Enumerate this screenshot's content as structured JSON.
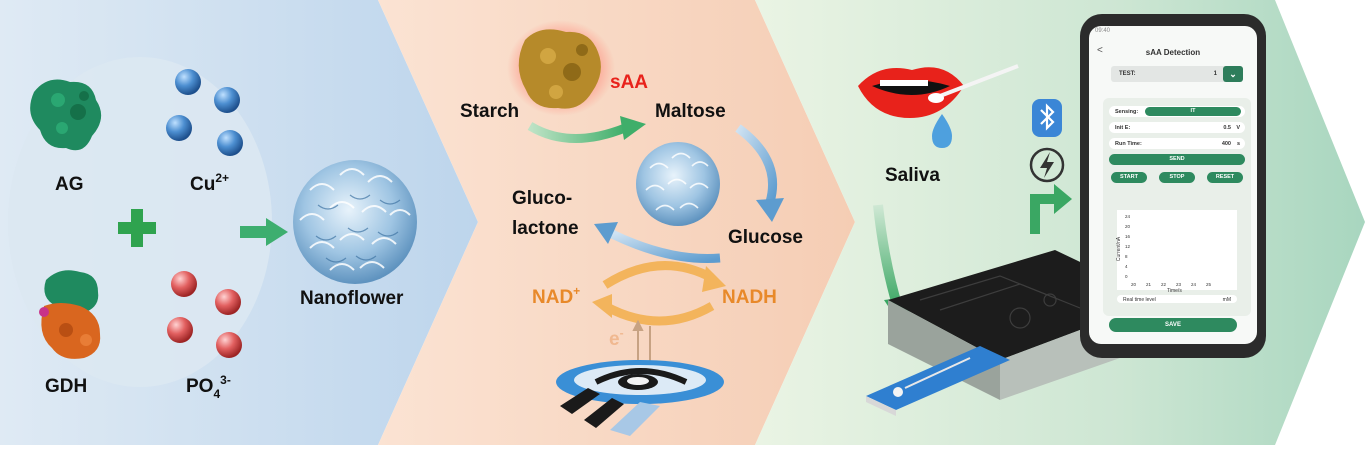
{
  "panel1": {
    "ag": "AG",
    "cu_base": "Cu",
    "cu_sup": "2+",
    "gdh": "GDH",
    "po_base": "PO",
    "po_sub": "4",
    "po_sup": "3-",
    "nanoflower": "Nanoflower"
  },
  "panel2": {
    "saa": "sAA",
    "starch": "Starch",
    "maltose": "Maltose",
    "gluco1": "Gluco-",
    "gluco2": "lactone",
    "glucose": "Glucose",
    "nad_base": "NAD",
    "nad_sup": "+",
    "nadh": "NADH",
    "e_base": "e",
    "e_sup": "-"
  },
  "panel3": {
    "saliva": "Saliva"
  },
  "phone": {
    "status": "09:40",
    "back": "<",
    "title": "sAA Detection",
    "test_label": "TEST:",
    "test_value": "1",
    "sensing_label": "Sensing:",
    "sensing_value": "IT",
    "initE_label": "Init E:",
    "initE_value": "0.5",
    "initE_unit": "V",
    "runtime_label": "Run Time:",
    "runtime_value": "400",
    "runtime_unit": "s",
    "send": "SEND",
    "start": "START",
    "stop": "STOP",
    "reset": "RESET",
    "chart_ylabel": "Current/nA",
    "chart_xlabel": "Time/s",
    "yticks": [
      "24",
      "20",
      "16",
      "12",
      "8",
      "4",
      "0"
    ],
    "xticks": [
      "20",
      "21",
      "22",
      "23",
      "24",
      "25"
    ],
    "realtime_label": "Real time level",
    "realtime_unit": "mM",
    "save": "SAVE"
  },
  "colors": {
    "panel1_bg": "#cfe0ef",
    "panel2_bg": "#f8d9c6",
    "panel3_bg": "#d8ecd6",
    "arrow_green": "#3dae6f",
    "plus_green": "#2fa34f",
    "nad_orange": "#e8892a",
    "saa_red": "#e8221b",
    "cu_blue": "#3b7fc4",
    "po_red": "#e05a5a",
    "ag_green": "#1f8a5f",
    "gdh_orange": "#d9661f",
    "button_green": "#2e8a5f"
  }
}
